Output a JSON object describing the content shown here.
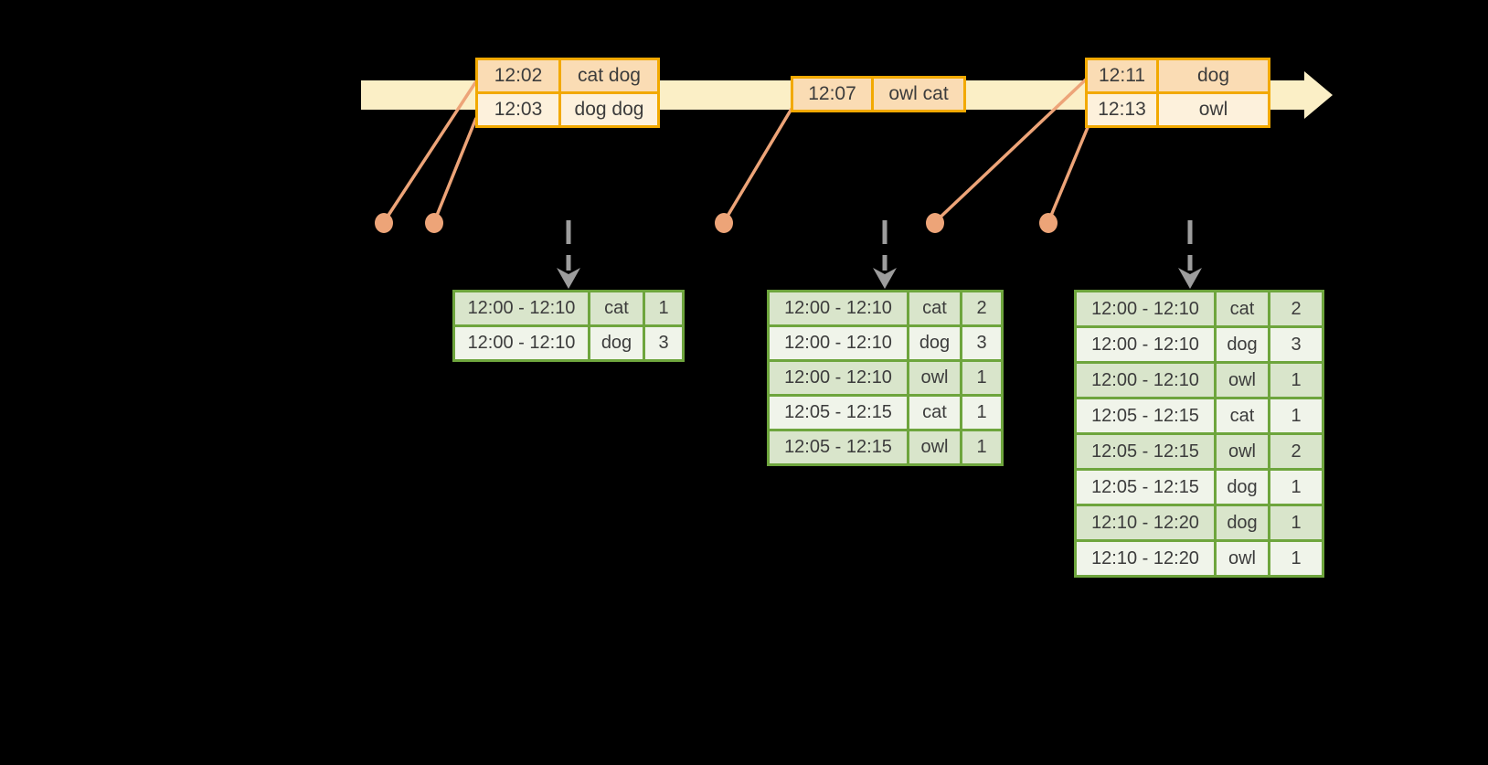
{
  "diagram": "windowed-grouped-aggregation-stream",
  "colors": {
    "background": "#000000",
    "timeline_band": "#FBEFC6",
    "event_table_border": "#F2A900",
    "event_row_dark": "#FADCB4",
    "event_row_light": "#FDF1DC",
    "connector_and_dot": "#EDA478",
    "result_table_border": "#6EA53D",
    "result_row_dark": "#D9E5CB",
    "result_row_light": "#F0F4EA",
    "trigger_arrow": "#9D9D9D",
    "text": "#3C3C3C"
  },
  "icons": {
    "timeline_arrow": "right-pointing-band-arrow",
    "event_dot": "filled-circle",
    "trigger_arrow": "dashed-down-arrow"
  },
  "event_boxes": [
    {
      "rows": [
        {
          "time": "12:02",
          "words": "cat dog"
        },
        {
          "time": "12:03",
          "words": "dog dog"
        }
      ]
    },
    {
      "rows": [
        {
          "time": "12:07",
          "words": "owl cat"
        }
      ]
    },
    {
      "rows": [
        {
          "time": "12:11",
          "words": "dog"
        },
        {
          "time": "12:13",
          "words": "owl"
        }
      ]
    }
  ],
  "result_tables": [
    {
      "rows": [
        {
          "window": "12:00 - 12:10",
          "word": "cat",
          "count": "1"
        },
        {
          "window": "12:00 - 12:10",
          "word": "dog",
          "count": "3"
        }
      ]
    },
    {
      "rows": [
        {
          "window": "12:00 - 12:10",
          "word": "cat",
          "count": "2"
        },
        {
          "window": "12:00 - 12:10",
          "word": "dog",
          "count": "3"
        },
        {
          "window": "12:00 - 12:10",
          "word": "owl",
          "count": "1"
        },
        {
          "window": "12:05 - 12:15",
          "word": "cat",
          "count": "1"
        },
        {
          "window": "12:05 - 12:15",
          "word": "owl",
          "count": "1"
        }
      ]
    },
    {
      "rows": [
        {
          "window": "12:00 - 12:10",
          "word": "cat",
          "count": "2"
        },
        {
          "window": "12:00 - 12:10",
          "word": "dog",
          "count": "3"
        },
        {
          "window": "12:00 - 12:10",
          "word": "owl",
          "count": "1"
        },
        {
          "window": "12:05 - 12:15",
          "word": "cat",
          "count": "1"
        },
        {
          "window": "12:05 - 12:15",
          "word": "owl",
          "count": "2"
        },
        {
          "window": "12:05 - 12:15",
          "word": "dog",
          "count": "1"
        },
        {
          "window": "12:10 - 12:20",
          "word": "dog",
          "count": "1"
        },
        {
          "window": "12:10 - 12:20",
          "word": "owl",
          "count": "1"
        }
      ]
    }
  ]
}
